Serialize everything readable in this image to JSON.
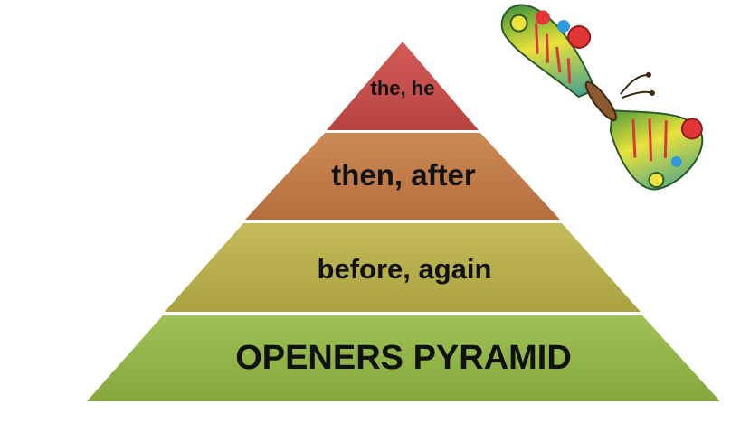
{
  "pyramid": {
    "tiers": [
      {
        "label": "the, he",
        "color": "#c9504f"
      },
      {
        "label": "then, after",
        "color": "#c27d49"
      },
      {
        "label": "before, again",
        "color": "#b8b04c"
      },
      {
        "label": "OPENERS PYRAMID",
        "color": "#93b54a"
      }
    ]
  },
  "illustration": {
    "icon": "butterfly-icon"
  }
}
